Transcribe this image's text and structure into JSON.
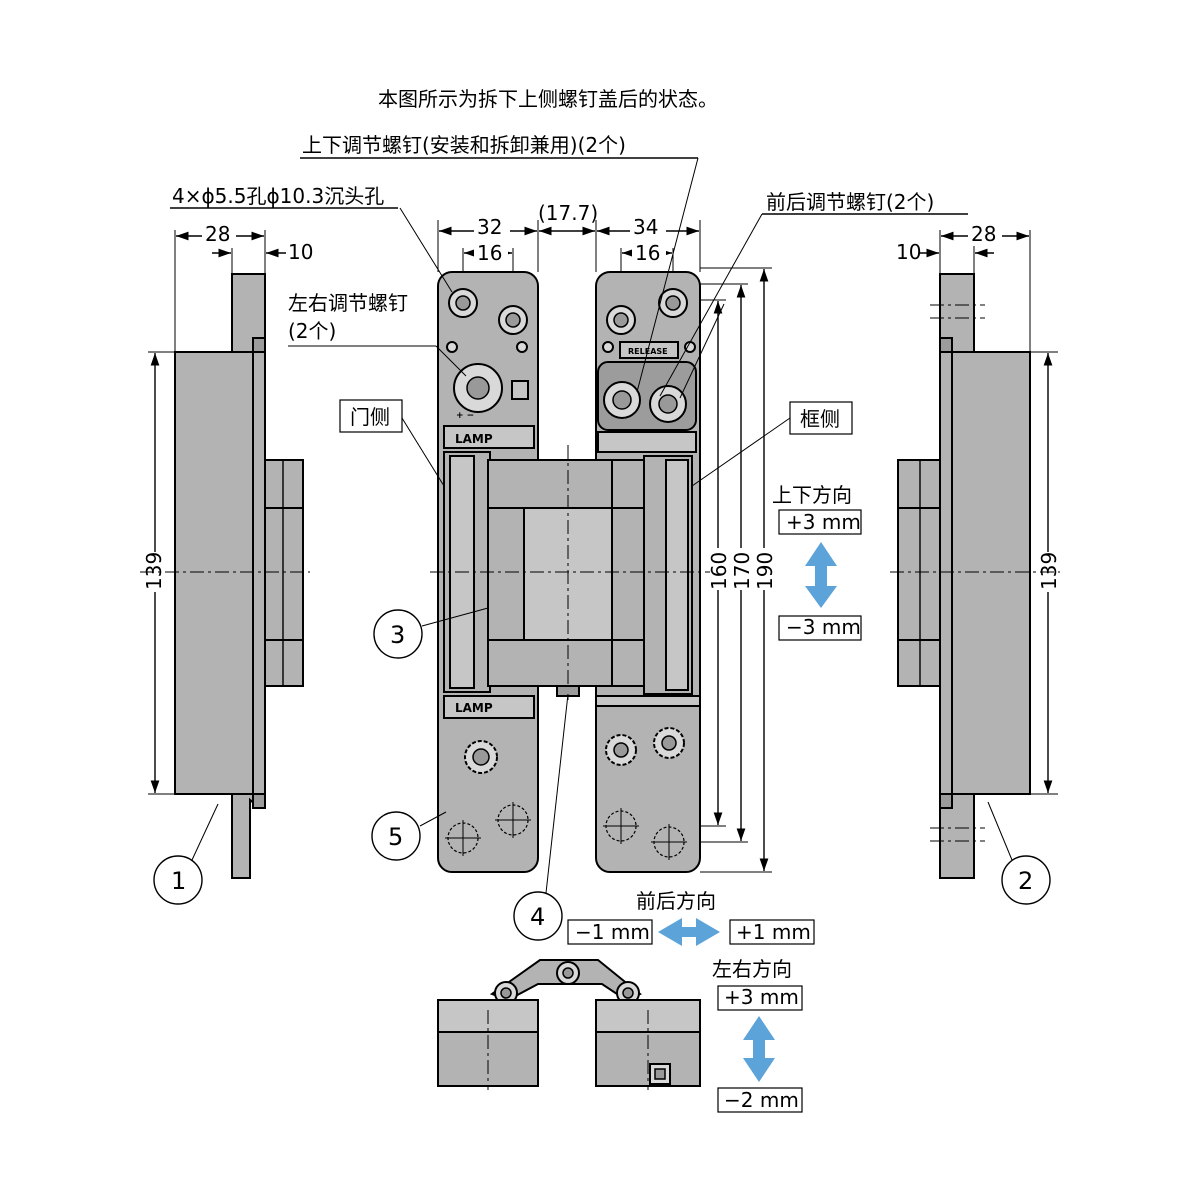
{
  "texts": {
    "caption": "本图所示为拆下上侧螺钉盖后的状态。",
    "ud_screw": "上下调节螺钉(安装和拆卸兼用)(2个)",
    "holes": "4×ϕ5.5孔ϕ10.3沉头孔",
    "fb_screw": "前后调节螺钉(2个)",
    "lr_screw_1": "左右调节螺钉",
    "lr_screw_2": "(2个)",
    "door_side": "门侧",
    "frame_side": "框侧",
    "dir_ud": "上下方向",
    "ud_plus": "+3 mm",
    "ud_minus": "−3 mm",
    "dir_fb": "前后方向",
    "fb_minus": "−1 mm",
    "fb_plus": "+1 mm",
    "dir_lr": "左右方向",
    "lr_plus": "+3 mm",
    "lr_minus": "−2 mm",
    "logo": "LAMP",
    "release": "RELEASE"
  },
  "dimensions": {
    "d28": "28",
    "d10": "10",
    "d32": "32",
    "d16": "16",
    "d17_7": "(17.7)",
    "d34": "34",
    "d139": "139",
    "d160": "160",
    "d170": "170",
    "d190": "190"
  },
  "callouts": {
    "c1": "1",
    "c2": "2",
    "c3": "3",
    "c4": "4",
    "c5": "5"
  },
  "colors": {
    "part_fill": "#b3b3b3",
    "arrow_blue": "#5ba3d9"
  }
}
